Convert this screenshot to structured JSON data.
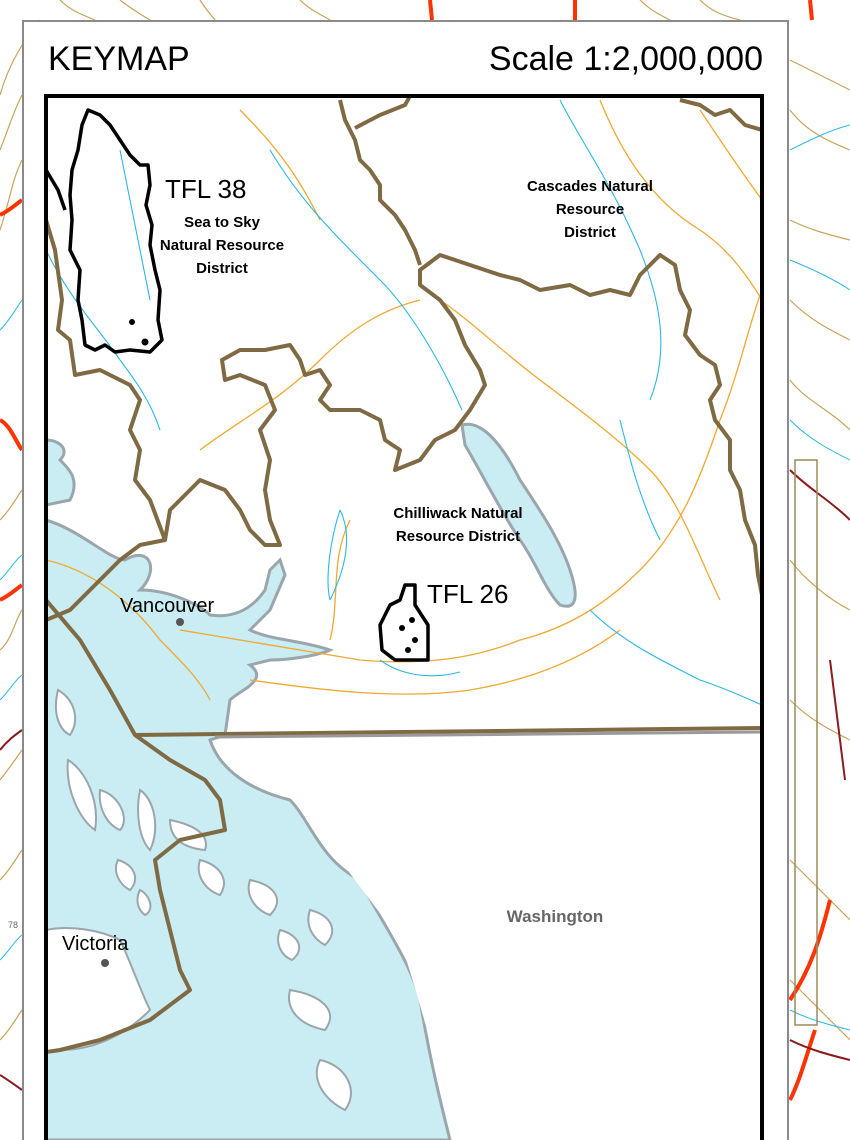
{
  "keymap": {
    "title": "KEYMAP",
    "scale": "Scale 1:2,000,000"
  },
  "labels": {
    "tfl38": "TFL 38",
    "tfl26": "TFL 26",
    "sea_to_sky": [
      "Sea to Sky",
      "Natural Resource",
      "District"
    ],
    "cascades": [
      "Cascades Natural",
      "Resource",
      "District"
    ],
    "chilliwack": [
      "Chilliwack Natural",
      "Resource District"
    ],
    "vancouver": "Vancouver",
    "victoria": "Victoria",
    "washington": "Washington"
  },
  "stray_number": "78",
  "colors": {
    "water_fill": "#c9edf3",
    "water_edge": "#9aa6ab",
    "river": "#29b8e5",
    "road": "#f0a830",
    "district_boundary": "#7f6a43",
    "tfl_boundary": "#000000",
    "highway": "#ff3300",
    "dark_road": "#8b1a1a",
    "contour": "#c9a35a",
    "panel_border": "#8a8a8a"
  }
}
